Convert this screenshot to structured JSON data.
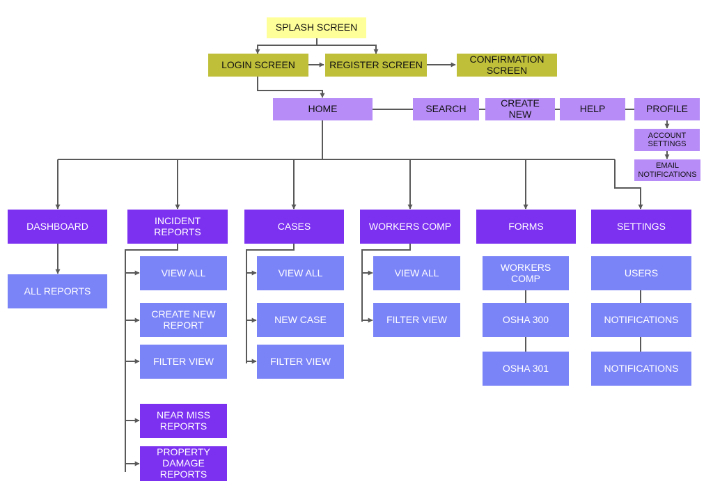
{
  "colors": {
    "splash": "#ffff99",
    "auth": "#bfbf3a",
    "nav": "#b78cf7",
    "section": "#7c30f0",
    "page": "#7b84f7",
    "line": "#595959"
  },
  "nodes": {
    "splash": "SPLASH SCREEN",
    "login": "LOGIN SCREEN",
    "register": "REGISTER SCREEN",
    "confirmation": "CONFIRMATION\nSCREEN",
    "home": "HOME",
    "search": "SEARCH",
    "create_new": "CREATE\nNEW",
    "help": "HELP",
    "profile": "PROFILE",
    "account_settings": "ACCOUNT\nSETTINGS",
    "email_notifications": "EMAIL\nNOTIFICATIONS",
    "dashboard": "DASHBOARD",
    "all_reports": "ALL REPORTS",
    "incident_reports": "INCIDENT\nREPORTS",
    "ir_view_all": "VIEW ALL",
    "ir_create_new_report": "CREATE NEW\nREPORT",
    "ir_filter_view": "FILTER VIEW",
    "ir_near_miss": "NEAR MISS\nREPORTS",
    "ir_property_damage": "PROPERTY\nDAMAGE\nREPORTS",
    "cases": "CASES",
    "cases_view_all": "VIEW ALL",
    "cases_new_case": "NEW CASE",
    "cases_filter_view": "FILTER VIEW",
    "workers_comp": "WORKERS COMP",
    "wc_view_all": "VIEW ALL",
    "wc_filter_view": "FILTER VIEW",
    "forms": "FORMS",
    "forms_workers_comp": "WORKERS\nCOMP",
    "forms_osha_300": "OSHA 300",
    "forms_osha_301": "OSHA 301",
    "settings": "SETTINGS",
    "settings_users": "USERS",
    "settings_notifications_1": "NOTIFICATIONS",
    "settings_notifications_2": "NOTIFICATIONS"
  }
}
